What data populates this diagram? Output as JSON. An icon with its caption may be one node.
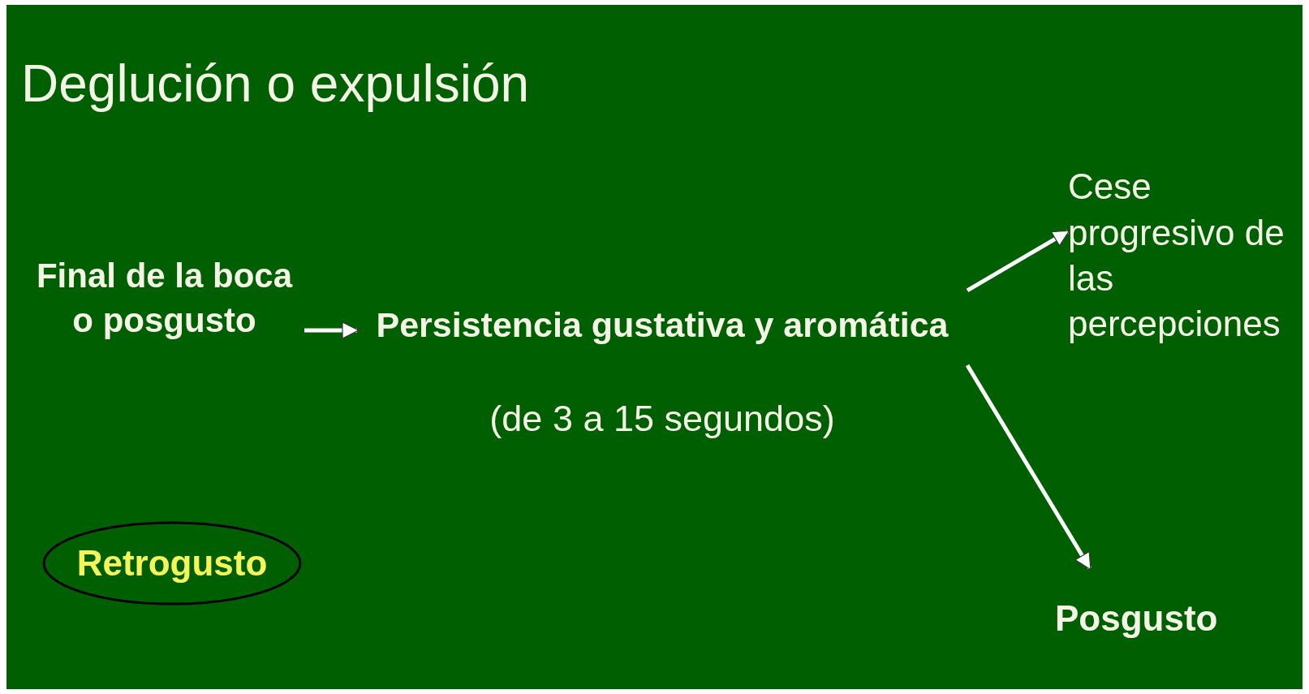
{
  "diagram": {
    "title": "Deglución o expulsión",
    "nodes": [
      {
        "text": [
          "Final de la boca o posgusto"
        ]
      },
      {
        "text": [
          "Persistencia gustativa y aromática"
        ],
        "beside": [
          "(de 3 a 15 segundos)"
        ]
      },
      {
        "text": [
          "Cese progresivo de las percepciones"
        ]
      },
      {
        "text": [
          "Posgusto"
        ]
      },
      {
        "text": [
          "Retrogusto"
        ]
      }
    ],
    "edges": [
      {
        "from": 0,
        "to": 1,
        "arrow": "to"
      },
      {
        "from": 1,
        "to": 2,
        "arrow": "to"
      },
      {
        "from": 1,
        "to": 3,
        "arrow": "to"
      }
    ]
  }
}
